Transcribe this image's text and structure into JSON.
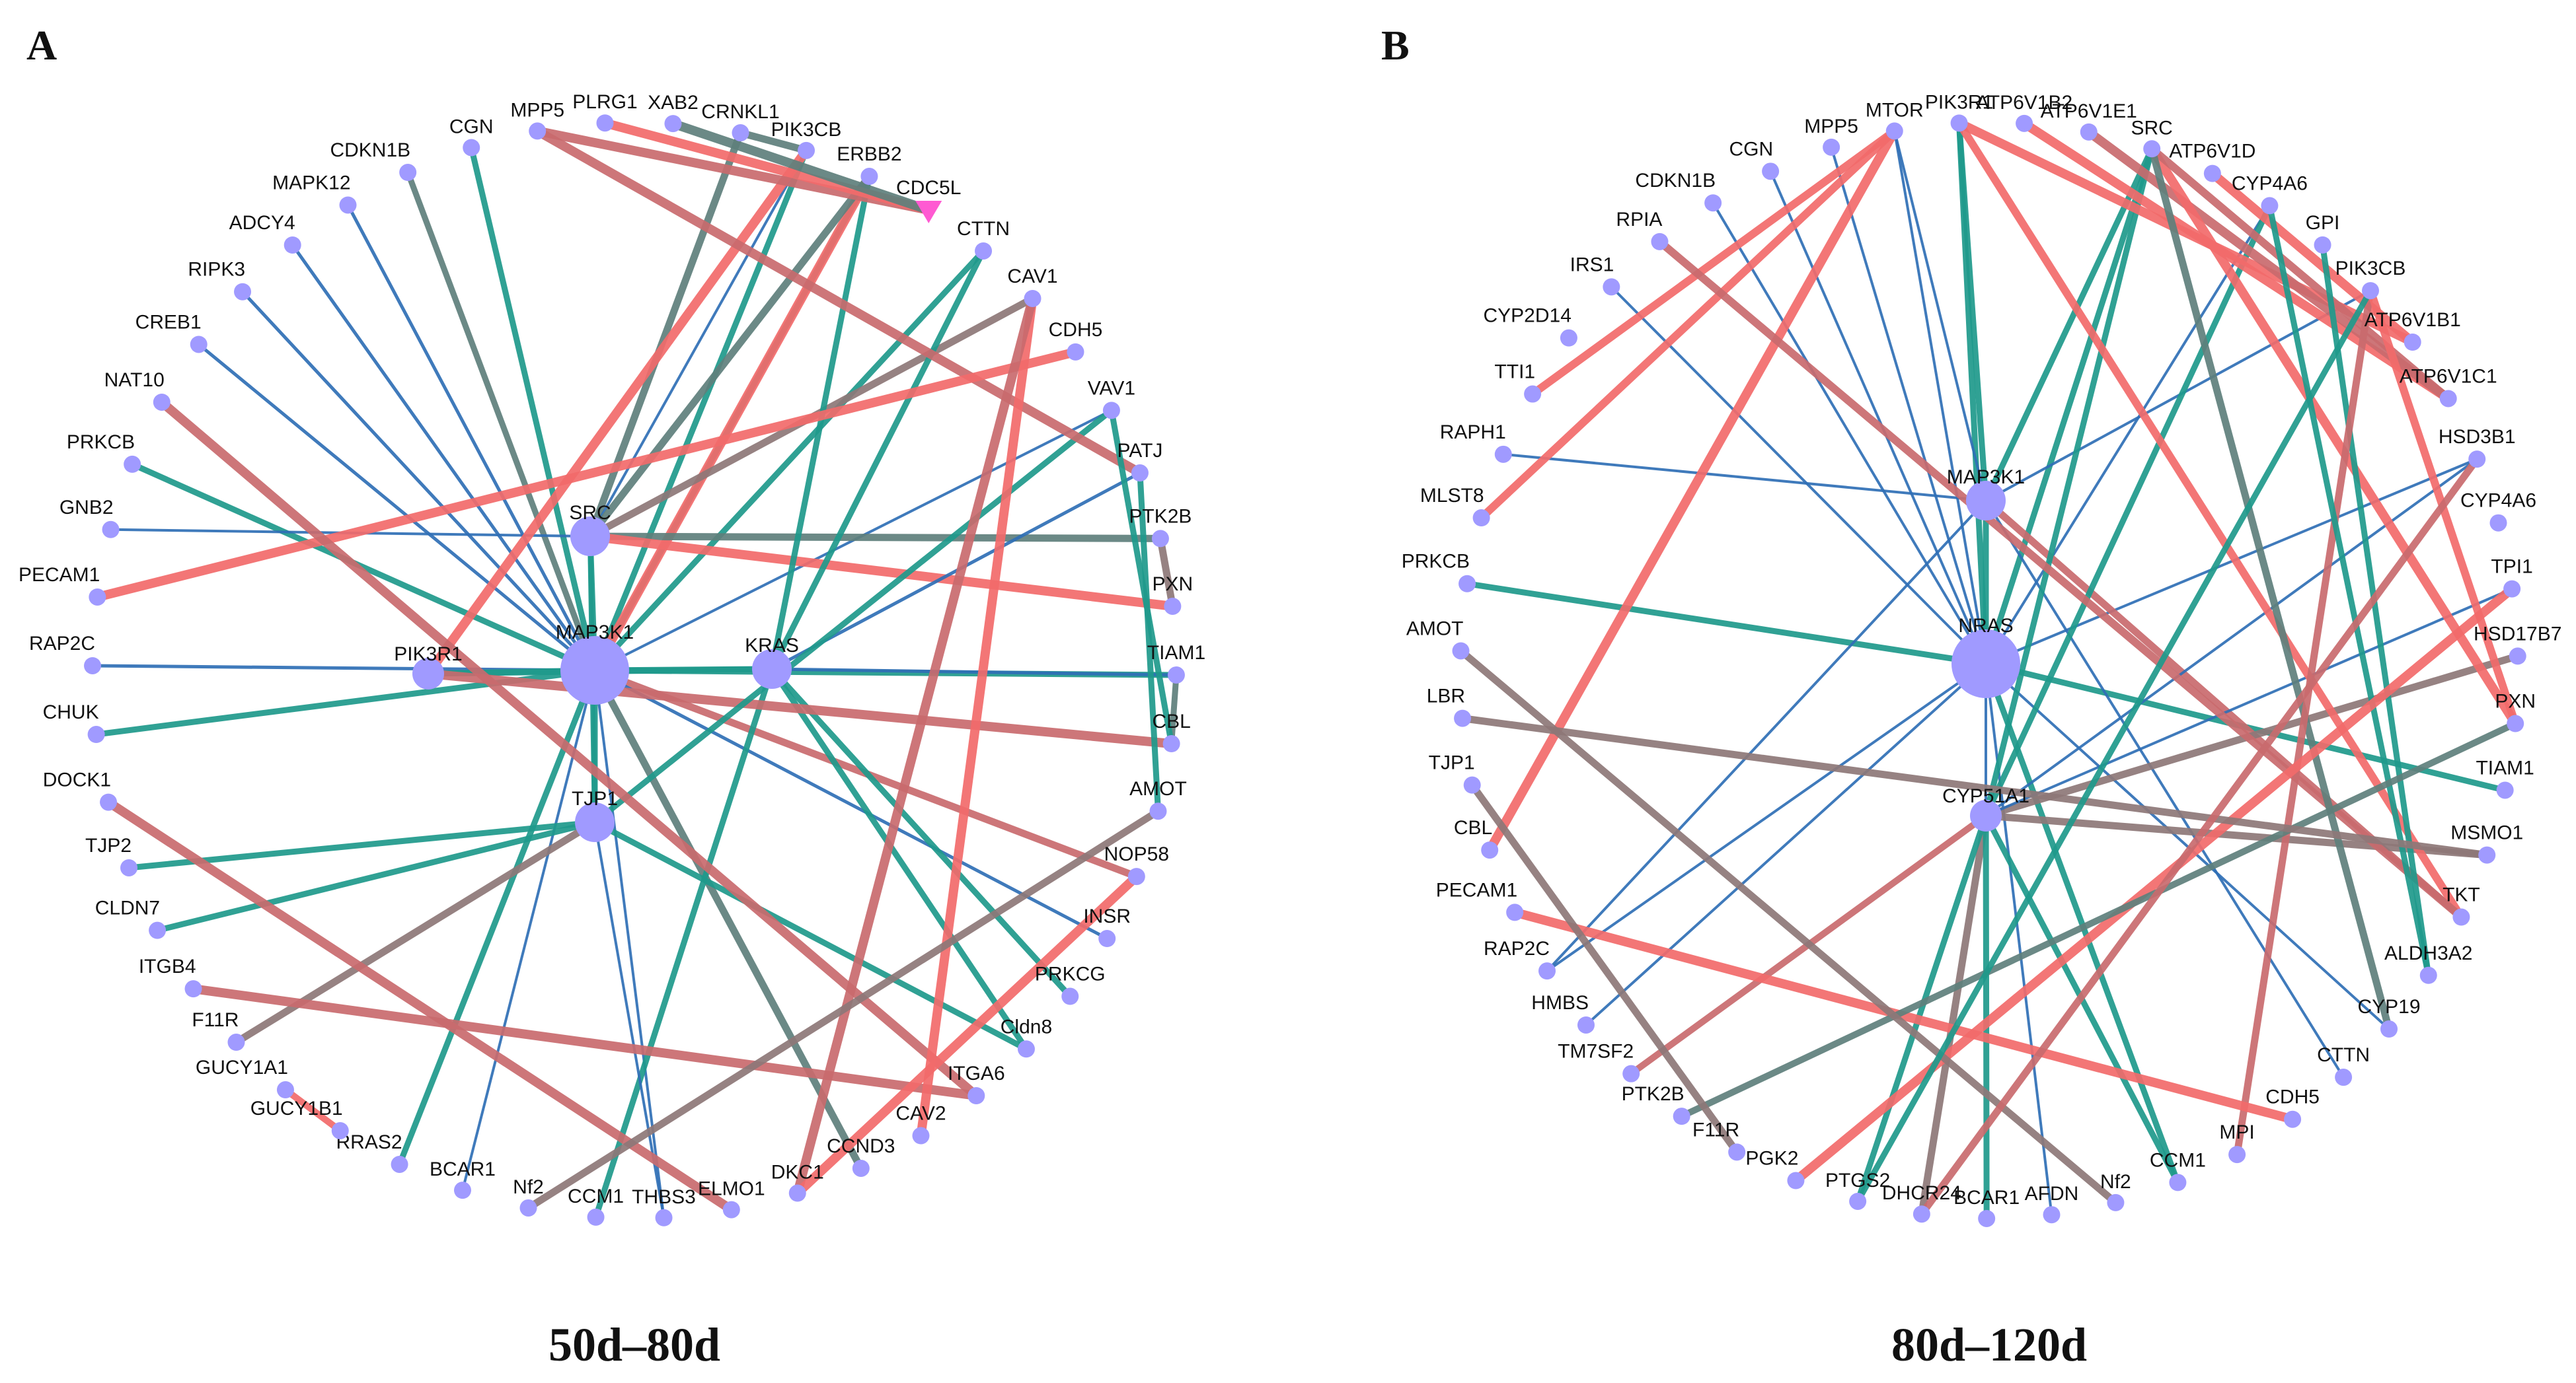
{
  "colors": {
    "node": "#a09aff",
    "node_stroke": "#8a84f0",
    "special_node": "#ff5ad2",
    "edge_red": "#f26b6b",
    "edge_rose": "#c96b6e",
    "edge_teal": "#1f9a8c",
    "edge_slate": "#5f807c",
    "edge_brown": "#8e7878",
    "edge_blue": "#2f6fb6"
  },
  "panels": [
    {
      "letter": "A",
      "caption": "50d–80d",
      "nodes": [
        {
          "label": "MAP3K1",
          "size": "xl"
        },
        {
          "label": "SRC",
          "size": "l"
        },
        {
          "label": "KRAS",
          "size": "l"
        },
        {
          "label": "PIK3R1",
          "size": "m"
        },
        {
          "label": "TJP1",
          "size": "l"
        },
        {
          "label": "MPP5"
        },
        {
          "label": "PLRG1"
        },
        {
          "label": "XAB2"
        },
        {
          "label": "CRNKL1"
        },
        {
          "label": "PIK3CB"
        },
        {
          "label": "ERBB2"
        },
        {
          "label": "CDC5L",
          "shape": "triangle"
        },
        {
          "label": "CTTN"
        },
        {
          "label": "CAV1"
        },
        {
          "label": "CDH5"
        },
        {
          "label": "VAV1"
        },
        {
          "label": "PATJ"
        },
        {
          "label": "PTK2B"
        },
        {
          "label": "PXN"
        },
        {
          "label": "TIAM1"
        },
        {
          "label": "CBL"
        },
        {
          "label": "AMOT"
        },
        {
          "label": "NOP58"
        },
        {
          "label": "INSR"
        },
        {
          "label": "PRKCG"
        },
        {
          "label": "Cldn8"
        },
        {
          "label": "ITGA6"
        },
        {
          "label": "CAV2"
        },
        {
          "label": "CCND3"
        },
        {
          "label": "DKC1"
        },
        {
          "label": "ELMO1"
        },
        {
          "label": "THBS3"
        },
        {
          "label": "CCM1"
        },
        {
          "label": "Nf2"
        },
        {
          "label": "BCAR1"
        },
        {
          "label": "RRAS2"
        },
        {
          "label": "GUCY1B1"
        },
        {
          "label": "GUCY1A1"
        },
        {
          "label": "F11R"
        },
        {
          "label": "ITGB4"
        },
        {
          "label": "CLDN7"
        },
        {
          "label": "TJP2"
        },
        {
          "label": "DOCK1"
        },
        {
          "label": "CHUK"
        },
        {
          "label": "RAP2C"
        },
        {
          "label": "PECAM1"
        },
        {
          "label": "GNB2"
        },
        {
          "label": "PRKCB"
        },
        {
          "label": "NAT10"
        },
        {
          "label": "CREB1"
        },
        {
          "label": "RIPK3"
        },
        {
          "label": "ADCY4"
        },
        {
          "label": "MAPK12"
        },
        {
          "label": "CDKN1B"
        },
        {
          "label": "CGN"
        }
      ],
      "edges": [
        [
          "MAP3K1",
          "MAPK12",
          "blue",
          5
        ],
        [
          "MAP3K1",
          "ADCY4",
          "blue",
          5
        ],
        [
          "MAP3K1",
          "RIPK3",
          "blue",
          5
        ],
        [
          "MAP3K1",
          "CREB1",
          "blue",
          5
        ],
        [
          "MAP3K1",
          "CDKN1B",
          "slate",
          9
        ],
        [
          "MAP3K1",
          "CGN",
          "teal",
          9
        ],
        [
          "MAP3K1",
          "PIK3CB",
          "teal",
          9
        ],
        [
          "MAP3K1",
          "ERBB2",
          "teal",
          9
        ],
        [
          "MAP3K1",
          "CTTN",
          "teal",
          9
        ],
        [
          "MAP3K1",
          "PRKCB",
          "teal",
          9
        ],
        [
          "MAP3K1",
          "RAP2C",
          "blue",
          5
        ],
        [
          "MAP3K1",
          "CHUK",
          "teal",
          9
        ],
        [
          "MAP3K1",
          "TIAM1",
          "teal",
          9
        ],
        [
          "MAP3K1",
          "NOP58",
          "rose",
          11
        ],
        [
          "MAP3K1",
          "INSR",
          "blue",
          5
        ],
        [
          "MAP3K1",
          "CCND3",
          "slate",
          11
        ],
        [
          "MAP3K1",
          "RRAS2",
          "teal",
          9
        ],
        [
          "MAP3K1",
          "THBS3",
          "blue",
          4
        ],
        [
          "MAP3K1",
          "BCAR1",
          "blue",
          4
        ],
        [
          "MAP3K1",
          "SRC",
          "teal",
          9
        ],
        [
          "MAP3K1",
          "KRAS",
          "teal",
          9
        ],
        [
          "MAP3K1",
          "PIK3R1",
          "teal",
          9
        ],
        [
          "MAP3K1",
          "TJP1",
          "teal",
          9
        ],
        [
          "MAP3K1",
          "VAV1",
          "blue",
          4
        ],
        [
          "MAP3K1",
          "ERBB2",
          "red",
          14
        ],
        [
          "SRC",
          "CRNKL1",
          "slate",
          11
        ],
        [
          "SRC",
          "CAV1",
          "brown",
          11
        ],
        [
          "SRC",
          "PTK2B",
          "slate",
          11
        ],
        [
          "SRC",
          "PXN",
          "red",
          14
        ],
        [
          "SRC",
          "PIK3CB",
          "blue",
          4
        ],
        [
          "SRC",
          "ERBB2",
          "slate",
          11
        ],
        [
          "SRC",
          "TJP1",
          "teal",
          8
        ],
        [
          "SRC",
          "GNB2",
          "blue",
          4
        ],
        [
          "KRAS",
          "ERBB2",
          "teal",
          9
        ],
        [
          "KRAS",
          "PRKCG",
          "teal",
          9
        ],
        [
          "KRAS",
          "Cldn8",
          "teal",
          9
        ],
        [
          "KRAS",
          "TIAM1",
          "blue",
          5
        ],
        [
          "KRAS",
          "CTTN",
          "teal",
          9
        ],
        [
          "KRAS",
          "CCM1",
          "teal",
          9
        ],
        [
          "KRAS",
          "PATJ",
          "blue",
          5
        ],
        [
          "KRAS",
          "PIK3R1",
          "teal",
          9
        ],
        [
          "PIK3R1",
          "PIK3CB",
          "red",
          14
        ],
        [
          "PIK3R1",
          "CBL",
          "rose",
          14
        ],
        [
          "TJP1",
          "TJP2",
          "teal",
          9
        ],
        [
          "TJP1",
          "CLDN7",
          "teal",
          9
        ],
        [
          "TJP1",
          "F11R",
          "brown",
          11
        ],
        [
          "TJP1",
          "Cldn8",
          "teal",
          9
        ],
        [
          "TJP1",
          "THBS3",
          "blue",
          4
        ],
        [
          "TJP1",
          "VAV1",
          "teal",
          9
        ],
        [
          "MPP5",
          "CDC5L",
          "rose",
          14
        ],
        [
          "MPP5",
          "PATJ",
          "rose",
          14
        ],
        [
          "PLRG1",
          "CDC5L",
          "red",
          14
        ],
        [
          "XAB2",
          "CDC5L",
          "slate",
          14
        ],
        [
          "CRNKL1",
          "PIK3CB",
          "slate",
          11
        ],
        [
          "PECAM1",
          "CDH5",
          "red",
          14
        ],
        [
          "NAT10",
          "ITGA6",
          "rose",
          14
        ],
        [
          "DOCK1",
          "ELMO1",
          "rose",
          14
        ],
        [
          "ITGB4",
          "ITGA6",
          "rose",
          14
        ],
        [
          "GUCY1A1",
          "GUCY1B1",
          "red",
          10
        ],
        [
          "CAV1",
          "CAV2",
          "red",
          14
        ],
        [
          "CAV1",
          "DKC1",
          "rose",
          14
        ],
        [
          "AMOT",
          "Nf2",
          "brown",
          11
        ],
        [
          "PTK2B",
          "PXN",
          "brown",
          11
        ],
        [
          "PATJ",
          "AMOT",
          "teal",
          9
        ],
        [
          "TIAM1",
          "CBL",
          "slate",
          9
        ],
        [
          "VAV1",
          "CBL",
          "teal",
          9
        ],
        [
          "NOP58",
          "DKC1",
          "red",
          14
        ]
      ]
    },
    {
      "letter": "B",
      "caption": "80d–120d",
      "nodes": [
        {
          "label": "NRAS",
          "size": "xl"
        },
        {
          "label": "MAP3K1",
          "size": "l"
        },
        {
          "label": "CYP51A1",
          "size": "m"
        },
        {
          "label": "MTOR"
        },
        {
          "label": "PIK3R1"
        },
        {
          "label": "ATP6V1B2"
        },
        {
          "label": "ATP6V1E1"
        },
        {
          "label": "SRC"
        },
        {
          "label": "ATP6V1D"
        },
        {
          "label": "CYP4A6"
        },
        {
          "label": "GPI"
        },
        {
          "label": "PIK3CB"
        },
        {
          "label": "ATP6V1B1"
        },
        {
          "label": "ATP6V1C1"
        },
        {
          "label": "HSD3B1"
        },
        {
          "label": "CYP4A6"
        },
        {
          "label": "TPI1"
        },
        {
          "label": "HSD17B7"
        },
        {
          "label": "PXN"
        },
        {
          "label": "TIAM1"
        },
        {
          "label": "MSMO1"
        },
        {
          "label": "TKT"
        },
        {
          "label": "ALDH3A2"
        },
        {
          "label": "CYP19"
        },
        {
          "label": "CTTN"
        },
        {
          "label": "CDH5"
        },
        {
          "label": "MPI"
        },
        {
          "label": "CCM1"
        },
        {
          "label": "Nf2"
        },
        {
          "label": "AFDN"
        },
        {
          "label": "BCAR1"
        },
        {
          "label": "DHCR24"
        },
        {
          "label": "PTGS2"
        },
        {
          "label": "PGK2"
        },
        {
          "label": "F11R"
        },
        {
          "label": "PTK2B"
        },
        {
          "label": "TM7SF2"
        },
        {
          "label": "HMBS"
        },
        {
          "label": "RAP2C"
        },
        {
          "label": "PECAM1"
        },
        {
          "label": "CBL"
        },
        {
          "label": "TJP1"
        },
        {
          "label": "LBR"
        },
        {
          "label": "AMOT"
        },
        {
          "label": "PRKCB"
        },
        {
          "label": "MLST8"
        },
        {
          "label": "RAPH1"
        },
        {
          "label": "TTI1"
        },
        {
          "label": "CYP2D14"
        },
        {
          "label": "IRS1"
        },
        {
          "label": "RPIA"
        },
        {
          "label": "CDKN1B"
        },
        {
          "label": "CGN"
        },
        {
          "label": "MPP5"
        }
      ],
      "edges": [
        [
          "NRAS",
          "MAP3K1",
          "teal",
          9
        ],
        [
          "NRAS",
          "CYP51A1",
          "blue",
          4
        ],
        [
          "NRAS",
          "IRS1",
          "blue",
          4
        ],
        [
          "NRAS",
          "CDKN1B",
          "blue",
          4
        ],
        [
          "NRAS",
          "CGN",
          "blue",
          4
        ],
        [
          "NRAS",
          "MPP5",
          "blue",
          4
        ],
        [
          "NRAS",
          "MTOR",
          "blue",
          4
        ],
        [
          "NRAS",
          "PIK3R1",
          "teal",
          9
        ],
        [
          "NRAS",
          "PRKCB",
          "teal",
          9
        ],
        [
          "NRAS",
          "TIAM1",
          "teal",
          9
        ],
        [
          "NRAS",
          "CYP19",
          "blue",
          4
        ],
        [
          "NRAS",
          "CCM1",
          "teal",
          9
        ],
        [
          "NRAS",
          "AFDN",
          "blue",
          4
        ],
        [
          "NRAS",
          "SRC",
          "teal",
          9
        ],
        [
          "NRAS",
          "CYP4A6",
          "blue",
          4
        ],
        [
          "NRAS",
          "HSD3B1",
          "blue",
          4
        ],
        [
          "NRAS",
          "RAP2C",
          "blue",
          4
        ],
        [
          "NRAS",
          "HMBS",
          "blue",
          4
        ],
        [
          "MAP3K1",
          "MTOR",
          "blue",
          4
        ],
        [
          "MAP3K1",
          "PIK3R1",
          "teal",
          9
        ],
        [
          "MAP3K1",
          "SRC",
          "teal",
          9
        ],
        [
          "MAP3K1",
          "TKT",
          "rose",
          11
        ],
        [
          "MAP3K1",
          "CTTN",
          "blue",
          4
        ],
        [
          "MAP3K1",
          "PIK3CB",
          "blue",
          4
        ],
        [
          "MAP3K1",
          "RAPH1",
          "blue",
          4
        ],
        [
          "MAP3K1",
          "RAP2C",
          "blue",
          4
        ],
        [
          "CYP51A1",
          "HSD3B1",
          "blue",
          4
        ],
        [
          "CYP51A1",
          "CYP4A6",
          "teal",
          9
        ],
        [
          "CYP51A1",
          "HSD17B7",
          "brown",
          11
        ],
        [
          "CYP51A1",
          "MSMO1",
          "brown",
          11
        ],
        [
          "CYP51A1",
          "DHCR24",
          "brown",
          11
        ],
        [
          "CYP51A1",
          "TM7SF2",
          "rose",
          10
        ],
        [
          "CYP51A1",
          "PTGS2",
          "teal",
          9
        ],
        [
          "CYP51A1",
          "BCAR1",
          "teal",
          9
        ],
        [
          "CYP51A1",
          "SRC",
          "teal",
          9
        ],
        [
          "CYP51A1",
          "CCM1",
          "teal",
          9
        ],
        [
          "CYP51A1",
          "TPI1",
          "blue",
          4
        ],
        [
          "MTOR",
          "CBL",
          "red",
          14
        ],
        [
          "MTOR",
          "TTI1",
          "red",
          12
        ],
        [
          "MTOR",
          "MLST8",
          "red",
          12
        ],
        [
          "PIK3R1",
          "ATP6V1B1",
          "red",
          14
        ],
        [
          "PIK3R1",
          "TKT",
          "red",
          12
        ],
        [
          "RPIA",
          "TKT",
          "rose",
          12
        ],
        [
          "ATP6V1B2",
          "ATP6V1C1",
          "red",
          14
        ],
        [
          "ATP6V1E1",
          "ATP6V1C1",
          "rose",
          14
        ],
        [
          "ATP6V1D",
          "ATP6V1B1",
          "red",
          14
        ],
        [
          "SRC",
          "PXN",
          "red",
          14
        ],
        [
          "SRC",
          "ATP6V1C1",
          "rose",
          12
        ],
        [
          "SRC",
          "CYP19",
          "slate",
          11
        ],
        [
          "GPI",
          "ALDH3A2",
          "teal",
          9
        ],
        [
          "PIK3CB",
          "MPI",
          "rose",
          11
        ],
        [
          "PIK3CB",
          "PXN",
          "red",
          12
        ],
        [
          "CYP4A6",
          "ALDH3A2",
          "teal",
          9
        ],
        [
          "PECAM1",
          "CDH5",
          "red",
          14
        ],
        [
          "PGK2",
          "TPI1",
          "red",
          14
        ],
        [
          "PTK2B",
          "PXN",
          "slate",
          10
        ],
        [
          "F11R",
          "TJP1",
          "brown",
          11
        ],
        [
          "LBR",
          "MSMO1",
          "brown",
          11
        ],
        [
          "AMOT",
          "Nf2",
          "brown",
          11
        ],
        [
          "PTGS2",
          "PIK3CB",
          "teal",
          9
        ],
        [
          "DHCR24",
          "HSD3B1",
          "rose",
          11
        ]
      ]
    }
  ]
}
